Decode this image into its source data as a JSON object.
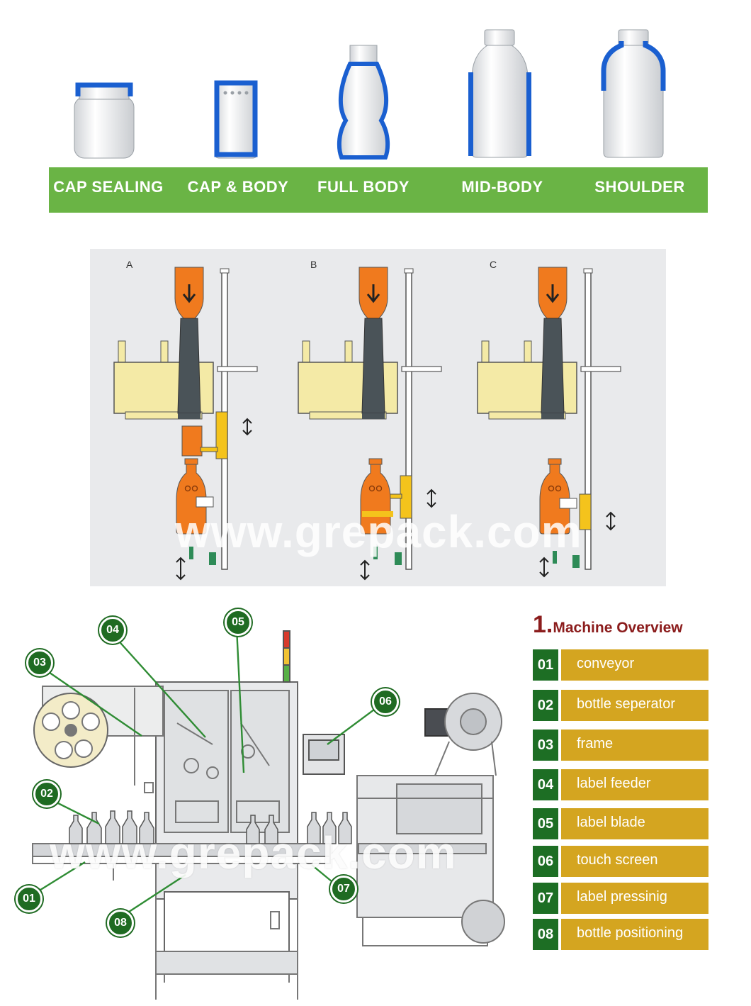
{
  "label_types": [
    {
      "label": "CAP SEALING"
    },
    {
      "label": "CAP & BODY"
    },
    {
      "label": "FULL BODY"
    },
    {
      "label": "MID-BODY"
    },
    {
      "label": "SHOULDER"
    }
  ],
  "colors": {
    "label_blue": "#1a5fd0",
    "type_bar_green": "#6ab445",
    "dark_green": "#1d6e24",
    "gold": "#d4a520",
    "title_red": "#8b1c1c",
    "orange": "#f07a1e",
    "pale_yellow": "#f4eaa6",
    "yellow": "#f4c31c"
  },
  "process": {
    "steps": [
      {
        "letter": "A"
      },
      {
        "letter": "B"
      },
      {
        "letter": "C"
      }
    ],
    "watermark": "www.grepack.com"
  },
  "overview": {
    "title_number": "1.",
    "title_text": "Machine Overview",
    "items": [
      {
        "num": "01",
        "label": "conveyor"
      },
      {
        "num": "02",
        "label": "bottle seperator"
      },
      {
        "num": "03",
        "label": "frame"
      },
      {
        "num": "04",
        "label": "label feeder"
      },
      {
        "num": "05",
        "label": "label blade"
      },
      {
        "num": "06",
        "label": "touch screen"
      },
      {
        "num": "07",
        "label": "label pressinig"
      },
      {
        "num": "08",
        "label": "bottle positioning"
      }
    ],
    "watermark": "www.grepack.com"
  }
}
